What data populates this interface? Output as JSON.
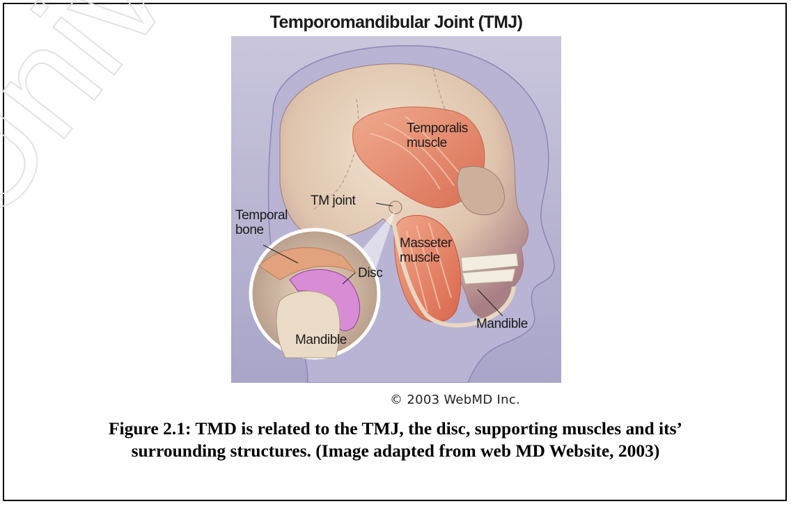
{
  "figure": {
    "title": "Temporomandibular Joint (TMJ)",
    "labels": {
      "temporalis": "Temporalis\nmuscle",
      "tm_joint": "TM joint",
      "temporal_bone": "Temporal\nbone",
      "masseter": "Masseter\nmuscle",
      "disc": "Disc",
      "mandible_inset": "Mandible",
      "mandible": "Mandible"
    },
    "copyright": "© 2003 WebMD Inc.",
    "caption_line1": "Figure 2.1: TMD is related to the TMJ, the disc, supporting muscles and its’",
    "caption_line2": "surrounding structures. (Image adapted from web MD Website, 2003)",
    "watermark": "Univers"
  }
}
